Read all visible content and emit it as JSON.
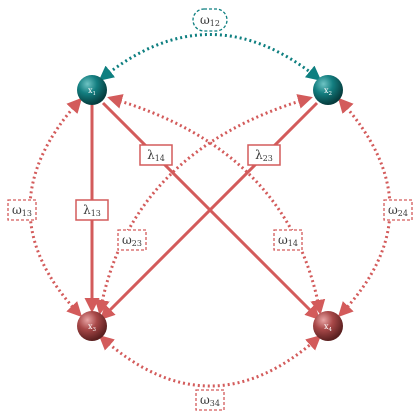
{
  "colors": {
    "teal": "#0e7f80",
    "red": "#d35b5b",
    "dark_red": "#c94f4f",
    "text": "#3a3a3a"
  },
  "nodes": [
    {
      "id": "x1",
      "symbol": "x",
      "sub": "1",
      "color": "teal"
    },
    {
      "id": "x2",
      "symbol": "x",
      "sub": "2",
      "color": "teal"
    },
    {
      "id": "x3",
      "symbol": "x",
      "sub": "3",
      "color": "red"
    },
    {
      "id": "x4",
      "symbol": "x",
      "sub": "4",
      "color": "red"
    }
  ],
  "labels": {
    "omega12": {
      "symbol": "ω",
      "sub": "12"
    },
    "omega13": {
      "symbol": "ω",
      "sub": "13"
    },
    "omega24": {
      "symbol": "ω",
      "sub": "24"
    },
    "omega23": {
      "symbol": "ω",
      "sub": "23"
    },
    "omega14": {
      "symbol": "ω",
      "sub": "14"
    },
    "omega34": {
      "symbol": "ω",
      "sub": "34"
    },
    "lambda13": {
      "symbol": "λ",
      "sub": "13"
    },
    "lambda14": {
      "symbol": "λ",
      "sub": "14"
    },
    "lambda23": {
      "symbol": "λ",
      "sub": "23"
    }
  }
}
